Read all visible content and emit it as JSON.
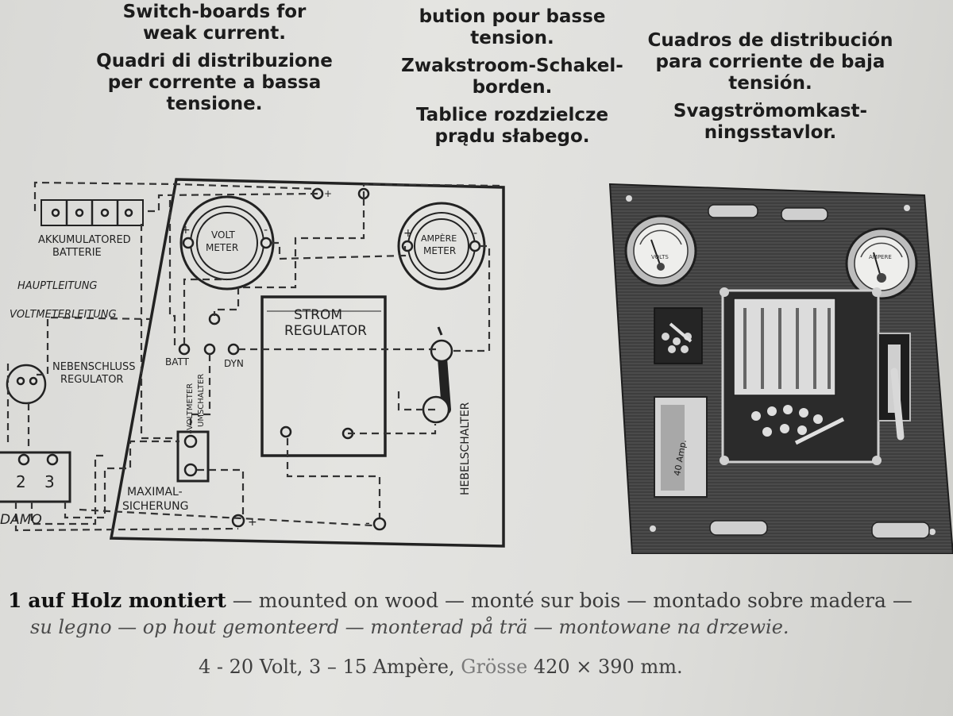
{
  "headings": {
    "col1": [
      "Switch-boards for",
      "weak current.",
      "Quadri di distribuzione",
      "per corrente a bassa",
      "tensione."
    ],
    "col2": [
      "bution pour basse",
      "tension.",
      "Zwakstroom-Schakel-",
      "borden.",
      "Tablice rozdzielcze",
      "prądu słabego."
    ],
    "col3": [
      "Cuadros de distribución",
      "para corriente de baja",
      "tensión.",
      "Svagströmomkast-",
      "ningsstavlor."
    ]
  },
  "diagram": {
    "batterie": [
      "AKKUMULATORED",
      "BATTERIE"
    ],
    "hauptleitung": "HAUPTLEITUNG",
    "voltmeterleitung": "VOLTMETERLEITUNG",
    "nebenschluss": [
      "NEBENSCHLUSS",
      "REGULATOR"
    ],
    "volt_meter": [
      "VOLT",
      "METER"
    ],
    "ampere_meter": [
      "AMPÈRE",
      "METER"
    ],
    "strom_regulator": [
      "STROM",
      "REGULATOR"
    ],
    "batt": "BATT",
    "dyn": "DYN",
    "voltmeter_umschalter": [
      "VOLTMETER",
      "UMSCHALTER"
    ],
    "hebelschalter": "HEBELSCHALTER",
    "maximal_sicherung": [
      "MAXIMAL-",
      "SICHERUNG"
    ],
    "dynamo": "DAMO",
    "dyn_terminals": [
      "2",
      "3"
    ],
    "plus": "+",
    "minus": "-"
  },
  "photo": {
    "fuse_label": "40 Amp.",
    "volts": "VOLTS",
    "ampere": "AMPERE"
  },
  "caption": {
    "model": "1",
    "lead": "auf Holz montiert",
    "line1_rest": " — mounted on wood — monté sur bois — montado sobre madera —",
    "line2": "su legno — op hout gemonteerd — monterad på trä — montowane na drzewie.",
    "spec_main": "4 - 20 Volt,   3 – 15 Ampère,",
    "spec_size": "Grösse",
    "spec_dim": "420 × 390 mm."
  }
}
